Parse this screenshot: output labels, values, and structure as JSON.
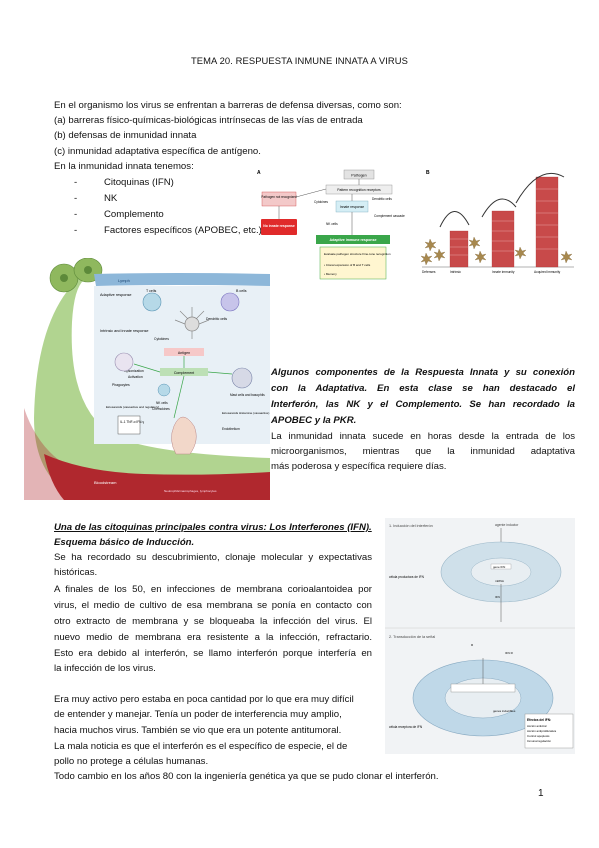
{
  "title": "TEMA 20. RESPUESTA INMUNE INNATA A VIRUS",
  "intro": {
    "lead": "En el organismo los virus se enfrentan a barreras de defensa diversas, como son:",
    "items": [
      "(a) barreras físico-químicas-biológicas intrínsecas de las vías de entrada",
      "(b) defensas de inmunidad innata",
      "(c) inmunidad adaptativa específica de antígeno."
    ],
    "innate_lead": "En la inmunidad innata tenemos:",
    "innate_list": [
      "Citoquinas (IFN)",
      "NK",
      "Complemento",
      "Factores específicos (APOBEC, etc.)"
    ]
  },
  "figure_ab": {
    "panel_a": "A",
    "panel_b": "B",
    "pathogen": "Pathogen",
    "prr": "Pattern recognition receptors",
    "not_recognized": "Pathogen not recognized",
    "no_innate": "No innate response",
    "cytokines": "Cytokines",
    "dendritic": "Dendritic cells",
    "innate_response": "Innate response",
    "complement_cascade": "Complement cascade",
    "nk_cells": "NK cells",
    "adaptive": "Adaptive immune response",
    "evaluate": "Evaluate pathogen structure Fine-tune recognition",
    "clonal": "• Clonal expansion of B and T cells",
    "memory": "• Memory",
    "b_labels": [
      "Defenses",
      "Intrinsic",
      "Innate immunity",
      "Acquired immunity"
    ]
  },
  "figure_left": {
    "lymph": "Lymph",
    "adaptive_response": "Adaptive response",
    "intrinsic_innate": "Intrinsic and innate response",
    "t_cells": "T cells",
    "b_cells": "B cells",
    "dendritic": "Dendritic cells",
    "cytokines": "Cytokines",
    "antigen": "Antigen",
    "opsonization": "Opsonization",
    "activation": "Activation",
    "complement": "Complement",
    "phagocytes": "Phagocytes",
    "nk": "NK cells",
    "chemokines": "Chemokines",
    "mast": "Mast cells and basophils",
    "eicosanoids_left": "Eicosanoids (vasoactive and regulatory)",
    "eicosanoids_right": "Eicosanoids Histamine (vasoactive)",
    "il1": "IL-1 TNF-α IFN-γ",
    "endothelium": "Endothelium",
    "bloodstream": "Bloodstream",
    "neutrophils": "Neutrophils/macrophages, lymphocytes"
  },
  "caption": {
    "bold_part": "Algunos componentes de la Respuesta Innata y su conexión con la Adaptativa. En esta clase se han destacado el Interferón, las NK y el Complemento. Se han recordado la APOBEC y la PKR.",
    "lines_bold": [
      "Algunos componentes de la Respuesta Innata y su conexión",
      "con la Adaptativa. En esta clase se han destacado el",
      "Interferón, las NK y el Complemento. Se han recordado la",
      "APOBEC y la PKR."
    ],
    "lines_normal": [
      "La inmunidad innata sucede en horas desde la entrada de los",
      "microorganismos, mientras que la inmunidad adaptativa",
      "más poderosa y específica requiere días."
    ]
  },
  "section_ifn": {
    "heading": "Una de las citoquinas principales contra virus: Los Interferones (IFN).",
    "subheading": "Esquema básico de Inducción.",
    "lines_a": [
      "Se ha recordado su descubrimiento, clonaje molecular y expectativas",
      "históricas.",
      "A finales de los 50, en infecciones de membrana corioalantoidea por",
      "virus, el medio de cultivo de esa membrana se ponía en contacto con",
      "otro extracto de membrana y se bloqueaba la infección del virus. El",
      "nuevo medio de membrana era resistente a la infección, refractario.",
      "Esto era debido al interferón, se llamo interferón porque interfería en",
      "la infección de los virus."
    ],
    "lines_b": [
      "Era muy activo pero estaba en poca cantidad por lo que era muy difícil",
      "de entender y manejar. Tenía un poder de interferencia muy amplio,",
      "hacia muchos virus. También se vio que era un potente antitumoral.",
      "La mala noticia es que el interferón es el específico de especie, el de",
      "pollo no protege a células humanas.",
      "Todo cambio en los años 80 con la ingeniería genética ya que se pudo clonar el interferón."
    ]
  },
  "figure_ifn": {
    "section1": "1. Inducción del interferón",
    "inducer": "agente inductor",
    "gene_ifn": "gene IFN",
    "mrna": "mRNA",
    "ifn": "IFN",
    "producer": "célula productora de IFN",
    "section2": "2. Transducción de la señal",
    "receptor": "R",
    "ifn_r": "IFN R",
    "genes": "genes inducibles",
    "target": "célula receptora de IFN",
    "effects_title": "Efectos del IFN:",
    "effects": [
      "Acción antiviral",
      "Acción antiproliferativa",
      "Control apoptosis",
      "Inmunorregulación"
    ]
  },
  "page_number": "1",
  "colors": {
    "bloodstream": "#b0282e",
    "lymph": "#8fc06a",
    "adaptive_box": "#3aa64a",
    "no_innate_box": "#e02a2a",
    "bar": "#c84a4a"
  }
}
